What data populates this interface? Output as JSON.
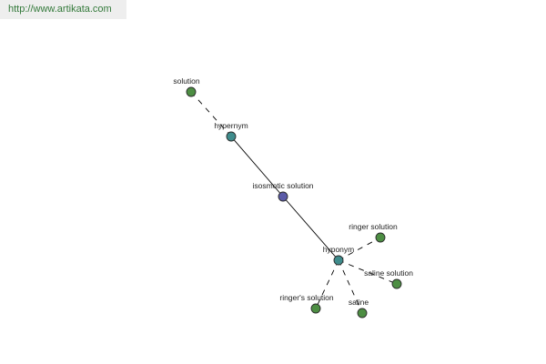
{
  "site": {
    "url_text": "http://www.artikata.com"
  },
  "colors": {
    "center": "#5b5ba8",
    "relation": "#3f8c8c",
    "leaf": "#4d8e43",
    "stroke": "#2b2b2b",
    "edge": "#000000"
  },
  "graph": {
    "nodes": [
      {
        "id": "center",
        "label": "isosmotic solution",
        "kind": "center",
        "name": "node-isosmotic-solution"
      },
      {
        "id": "hypernym",
        "label": "hypernym",
        "kind": "relation",
        "name": "node-hypernym"
      },
      {
        "id": "hyponym",
        "label": "hyponym",
        "kind": "relation",
        "name": "node-hyponym"
      },
      {
        "id": "solution",
        "label": "solution",
        "kind": "leaf",
        "name": "node-solution"
      },
      {
        "id": "ringer_solution",
        "label": "ringer solution",
        "kind": "leaf",
        "name": "node-ringer-solution"
      },
      {
        "id": "saline_solution",
        "label": "saline solution",
        "kind": "leaf",
        "name": "node-saline-solution"
      },
      {
        "id": "saline",
        "label": "saline",
        "kind": "leaf",
        "name": "node-saline"
      },
      {
        "id": "ringers_solution",
        "label": "ringer's solution",
        "kind": "leaf",
        "name": "node-ringers-solution"
      }
    ],
    "edges": [
      {
        "from": "center",
        "to": "hypernym",
        "style": "solid"
      },
      {
        "from": "center",
        "to": "hyponym",
        "style": "solid"
      },
      {
        "from": "hypernym",
        "to": "solution",
        "style": "dashed"
      },
      {
        "from": "hyponym",
        "to": "ringer_solution",
        "style": "dashed"
      },
      {
        "from": "hyponym",
        "to": "saline_solution",
        "style": "dashed"
      },
      {
        "from": "hyponym",
        "to": "saline",
        "style": "dashed"
      },
      {
        "from": "hyponym",
        "to": "ringers_solution",
        "style": "dashed"
      }
    ]
  }
}
